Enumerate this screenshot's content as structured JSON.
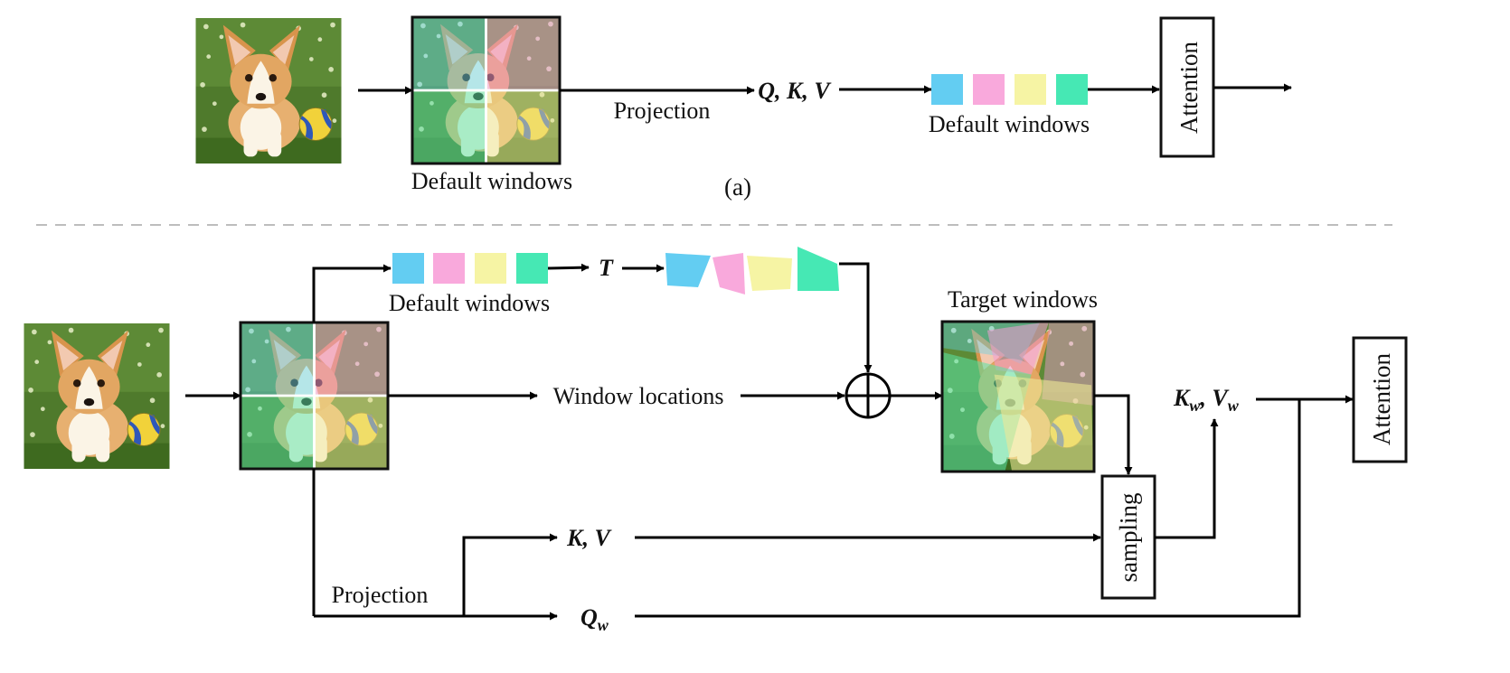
{
  "part_a": {
    "caption": "(a)",
    "default_windows_label_1": "Default windows",
    "projection_label": "Projection",
    "qkv_label": "Q, K, V",
    "default_windows_label_2": "Default windows",
    "attention_label": "Attention"
  },
  "part_b": {
    "default_windows_label": "Default windows",
    "transform_label": "T",
    "target_windows_label": "Target windows",
    "window_locations_label": "Window locations",
    "kv_label": "K, V",
    "projection_label": "Projection",
    "q_label": "Q",
    "q_subscript": "w",
    "kw_label": "K",
    "kw_subscript": "w",
    "kvw_separator": ", ",
    "vw_label": "V",
    "vw_subscript": "w",
    "sampling_label": "sampling",
    "attention_label": "Attention"
  },
  "colors": {
    "window_blue": "#63cdf2",
    "window_pink": "#f9a9dc",
    "window_yellow": "#f6f4a4",
    "window_green": "#46e8b4",
    "separator": "#bdbdbd"
  },
  "icons": {
    "input_image": "corgi-puppy-photo",
    "add_operator": "circled-plus-icon"
  }
}
